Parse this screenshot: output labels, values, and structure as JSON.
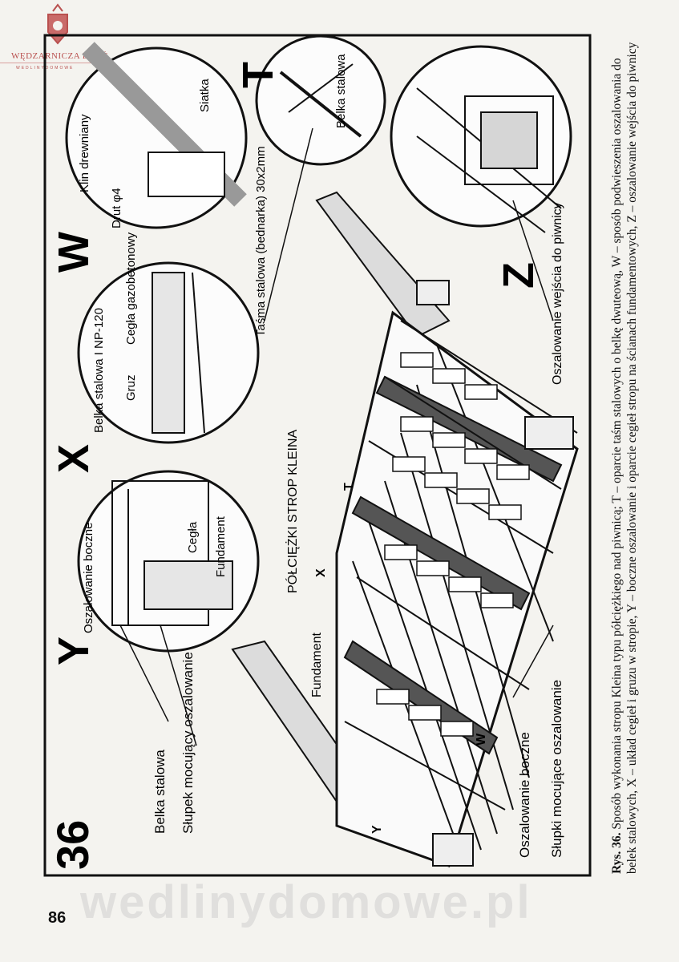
{
  "logo": {
    "title": "WĘDZARNICZA BRAĆ",
    "subtitle": "WEDLINYDOMOWE",
    "icon": "crest-icon",
    "color": "#b9504f"
  },
  "figure": {
    "number": "36",
    "view_letters": {
      "y": "Y",
      "x": "X",
      "w": "W",
      "t": "T",
      "z": "Z"
    },
    "detail_y": {
      "label_side_formwork": "Oszalowanie boczne",
      "label_brick": "Cegła",
      "label_foundation": "Fundament"
    },
    "detail_x": {
      "label_steel_beam": "Belka stalowa I NP-120",
      "label_rubble": "Gruz",
      "label_brick": "Cegła gazobetonowy"
    },
    "detail_w": {
      "label_wedge": "Klin drewniany",
      "label_wire": "Drut φ4",
      "label_mesh": "Siatka"
    },
    "detail_t": {
      "label_steel_beam": "Belka stalowa"
    },
    "labels_left": {
      "steel_beam": "Belka stalowa",
      "post": "Słupek mocujący oszalowanie"
    },
    "labels_bottom": {
      "side_formwork": "Oszalowanie boczne",
      "posts": "Słupki mocujące oszalowanie"
    },
    "labels_center": {
      "strap": "Taśma stalowa (bednarka) 30x2mm",
      "ceiling_title": "PÓŁCIĘŻKI STROP KLEINA",
      "foundation": "Fundament",
      "marker_x": "X",
      "marker_t": "T",
      "marker_y": "Y",
      "marker_w": "W"
    },
    "label_z_entry": "Oszalowanie wejścia do piwnicy"
  },
  "caption": {
    "prefix": "Rys. 36.",
    "text": " Sposób wykonania stropu Kleina typu półciężkiego nad piwnicą; T – oparcie taśm stalowych o belkę dwuteową, W – sposób podwieszenia oszalowania do belek stalowych, X – układ cegieł i gruzu w stropie, Y – boczne oszalowanie i oparcie cegieł stropu na ścianach fundamentowych, Z – oszalowanie wejścia do piwnicy"
  },
  "page_number": "86",
  "watermark": "wedlinydomowe.pl"
}
